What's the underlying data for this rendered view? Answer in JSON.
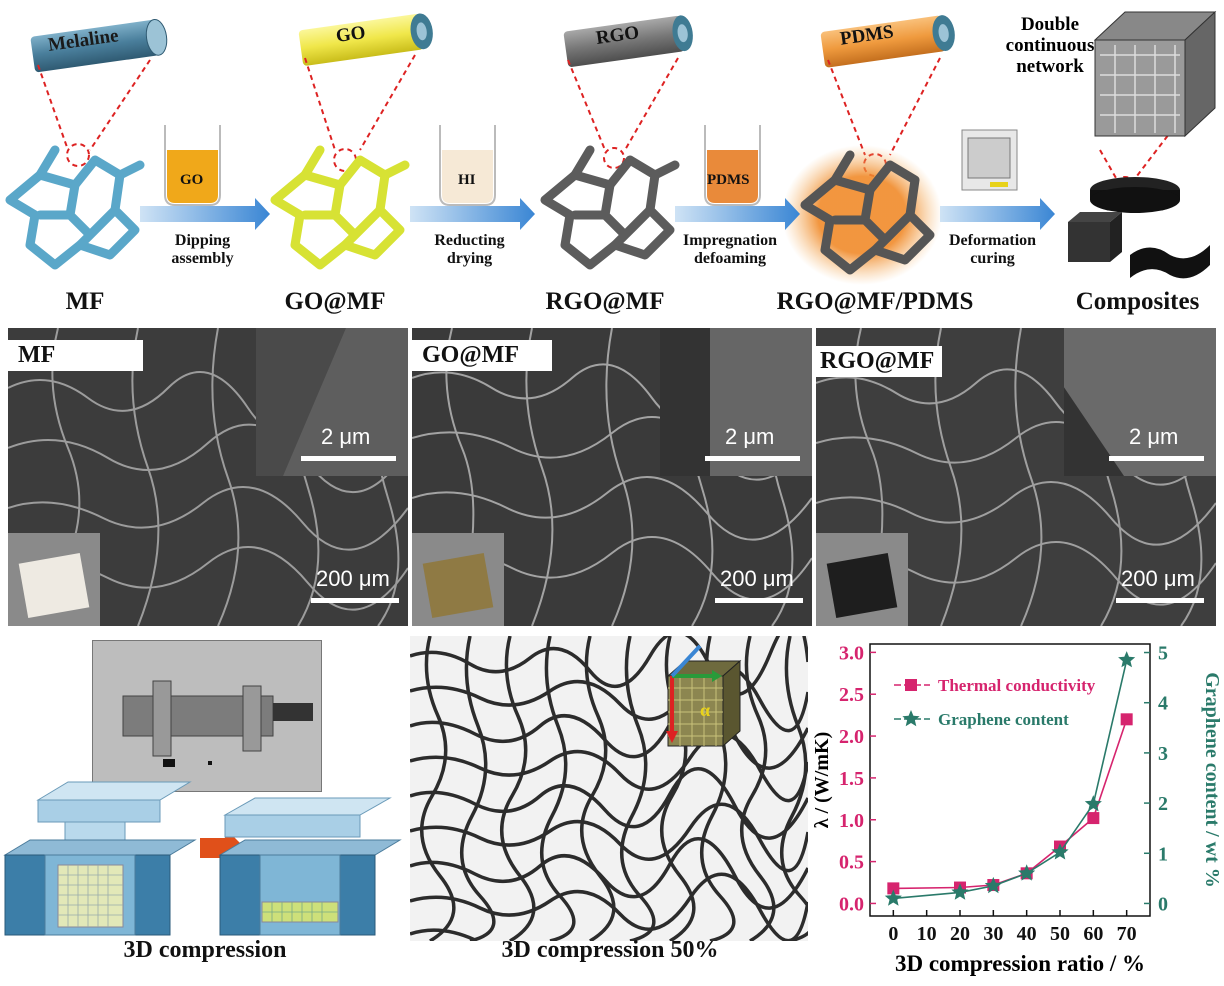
{
  "schematic": {
    "cylinders": [
      "Melaline",
      "GO",
      "RGO",
      "PDMS"
    ],
    "beakers": [
      "GO",
      "HI",
      "PDMS"
    ],
    "steps": [
      {
        "line1": "Dipping",
        "line2": "assembly"
      },
      {
        "line1": "Reducting",
        "line2": "drying"
      },
      {
        "line1": "Impregnation",
        "line2": "defoaming"
      },
      {
        "line1": "Deformation",
        "line2": "curing"
      }
    ],
    "stages": [
      "MF",
      "GO@MF",
      "RGO@MF",
      "RGO@MF/PDMS",
      "Composites"
    ],
    "network_label": {
      "line1": "Double",
      "line2": "continuous",
      "line3": "network"
    }
  },
  "sem_panels": [
    {
      "tag": "MF",
      "inset_scale": "2 μm",
      "main_scale": "200 μm"
    },
    {
      "tag": "GO@MF",
      "inset_scale": "2 μm",
      "main_scale": "200 μm"
    },
    {
      "tag": "RGO@MF",
      "inset_scale": "2 μm",
      "main_scale": "200 μm"
    }
  ],
  "captions": {
    "compression": "3D compression",
    "compression50": "3D compression 50%"
  },
  "colors": {
    "thermal": "#d6246e",
    "graphene": "#2a7a6a",
    "arrow": "#4a90d9"
  },
  "chart_data": {
    "type": "line",
    "xlabel": "3D compression ratio / %",
    "ylabel_left": "λ / (W/mK)",
    "ylabel_right": "Graphene content / wt %",
    "x_ticks": [
      0,
      10,
      20,
      30,
      40,
      50,
      60,
      70
    ],
    "y_left_ticks": [
      "0.0",
      "0.5",
      "1.0",
      "1.5",
      "2.0",
      "2.5",
      "3.0"
    ],
    "y_right_ticks": [
      "0",
      "1",
      "2",
      "3",
      "4",
      "5"
    ],
    "ylim_left": [
      -0.15,
      3.1
    ],
    "ylim_right": [
      -0.25,
      5.17
    ],
    "xlim": [
      -7,
      77
    ],
    "series": [
      {
        "name": "Thermal conductivity",
        "axis": "left",
        "marker": "square",
        "x": [
          0,
          20,
          30,
          40,
          50,
          60,
          70
        ],
        "values": [
          0.18,
          0.19,
          0.22,
          0.36,
          0.68,
          1.02,
          2.2
        ]
      },
      {
        "name": "Graphene content",
        "axis": "right",
        "marker": "star",
        "x": [
          0,
          20,
          30,
          40,
          50,
          60,
          70
        ],
        "values": [
          0.1,
          0.22,
          0.35,
          0.6,
          1.02,
          1.98,
          4.85
        ]
      }
    ],
    "legend_position": "top-left"
  }
}
